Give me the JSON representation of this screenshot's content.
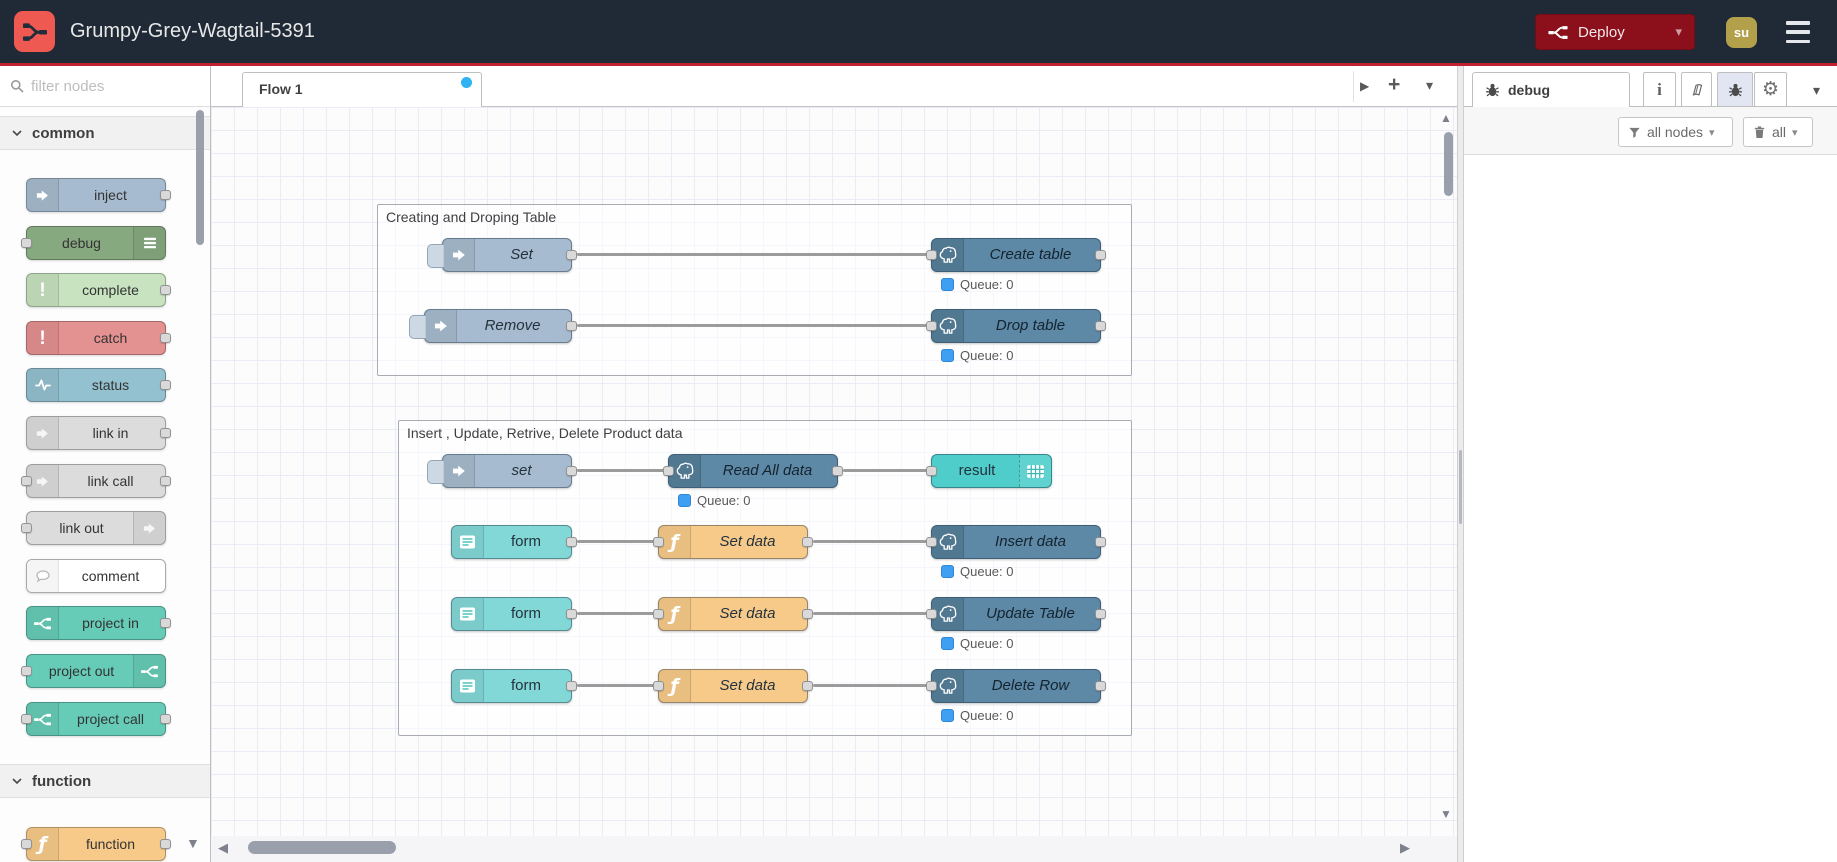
{
  "header": {
    "title": "Grumpy-Grey-Wagtail-5391",
    "deploy_label": "Deploy",
    "avatar_initials": "su"
  },
  "palette": {
    "search_placeholder": "filter nodes",
    "categories": [
      {
        "label": "common",
        "items": [
          {
            "label": "inject",
            "icon": "inject-arrow-icon",
            "color": "#a6bbcf",
            "ports": "out"
          },
          {
            "label": "debug",
            "icon": "list-icon",
            "color": "#87a980",
            "ports": "in"
          },
          {
            "label": "complete",
            "icon": "exclamation-icon",
            "color": "#c7e3c0",
            "ports": "out"
          },
          {
            "label": "catch",
            "icon": "exclamation-icon",
            "color": "#e49191",
            "ports": "out"
          },
          {
            "label": "status",
            "icon": "heartbeat-icon",
            "color": "#94c1d0",
            "ports": "out"
          },
          {
            "label": "link in",
            "icon": "link-arrow-icon",
            "color": "#dcdcdc",
            "ports": "out"
          },
          {
            "label": "link call",
            "icon": "link-arrow-icon",
            "color": "#dcdcdc",
            "ports": "both"
          },
          {
            "label": "link out",
            "icon": "link-arrow-icon",
            "color": "#dcdcdc",
            "ports": "in"
          },
          {
            "label": "comment",
            "icon": "comment-bubble-icon",
            "color": "#ffffff",
            "ports": "none"
          },
          {
            "label": "project in",
            "icon": "node-red-fork-icon",
            "color": "#66ccb7",
            "ports": "out"
          },
          {
            "label": "project out",
            "icon": "node-red-fork-icon",
            "color": "#66ccb7",
            "ports": "in"
          },
          {
            "label": "project call",
            "icon": "node-red-fork-icon",
            "color": "#66ccb7",
            "ports": "both"
          }
        ]
      },
      {
        "label": "function",
        "items": [
          {
            "label": "function",
            "icon": "function-f-icon",
            "color": "#f7ca8a",
            "ports": "both"
          }
        ]
      }
    ]
  },
  "workspace": {
    "tab_label": "Flow 1"
  },
  "flow": {
    "groups": [
      {
        "title": "Creating and Droping Table"
      },
      {
        "title": "Insert , Update, Retrive, Delete Product data"
      }
    ],
    "nodes": [
      {
        "label": "Set",
        "type": "inject"
      },
      {
        "label": "Create table",
        "type": "postgresql"
      },
      {
        "label": "Remove",
        "type": "inject"
      },
      {
        "label": "Drop table",
        "type": "postgresql"
      },
      {
        "label": "set",
        "type": "inject"
      },
      {
        "label": "Read All data",
        "type": "postgresql"
      },
      {
        "label": "result",
        "type": "table"
      },
      {
        "label": "form",
        "type": "form"
      },
      {
        "label": "Set data",
        "type": "function"
      },
      {
        "label": "Insert data",
        "type": "postgresql"
      },
      {
        "label": "form",
        "type": "form"
      },
      {
        "label": "Set data",
        "type": "function"
      },
      {
        "label": "Update Table",
        "type": "postgresql"
      },
      {
        "label": "form",
        "type": "form"
      },
      {
        "label": "Set data",
        "type": "function"
      },
      {
        "label": "Delete Row",
        "type": "postgresql"
      }
    ],
    "statuses": [
      "Queue: 0",
      "Queue: 0",
      "Queue: 0",
      "Queue: 0",
      "Queue: 0",
      "Queue: 0"
    ]
  },
  "sidebar": {
    "tab_label": "debug",
    "filter_nodes_label": "all nodes",
    "clear_label": "all"
  },
  "icons": {
    "plus": "+",
    "caret_down": "▾",
    "triangle_right": "▶",
    "triangle_left": "◀",
    "triangle_up": "▲",
    "triangle_down": "▼",
    "gear": "⚙",
    "info": "i",
    "exclamation": "!",
    "function_f": "ƒ"
  },
  "colors": {
    "header_bg": "#1f2a36",
    "accent_red": "#c0202f",
    "deploy_red": "#8C101C",
    "logo_red": "#ee5951",
    "inject": "#a6bbcf",
    "debug": "#87a980",
    "complete": "#c7e3c0",
    "catch": "#e49191",
    "status": "#94c1d0",
    "link": "#dcdcdc",
    "project": "#66ccb7",
    "function": "#f7ca8a",
    "postgresql": "#5d89a6",
    "form": "#82d8d6",
    "table": "#4fcdca",
    "status_dot_blue": "#3f9ff0",
    "tab_dot_blue": "#30b3f2",
    "avatar_gold": "#b3a04a"
  }
}
